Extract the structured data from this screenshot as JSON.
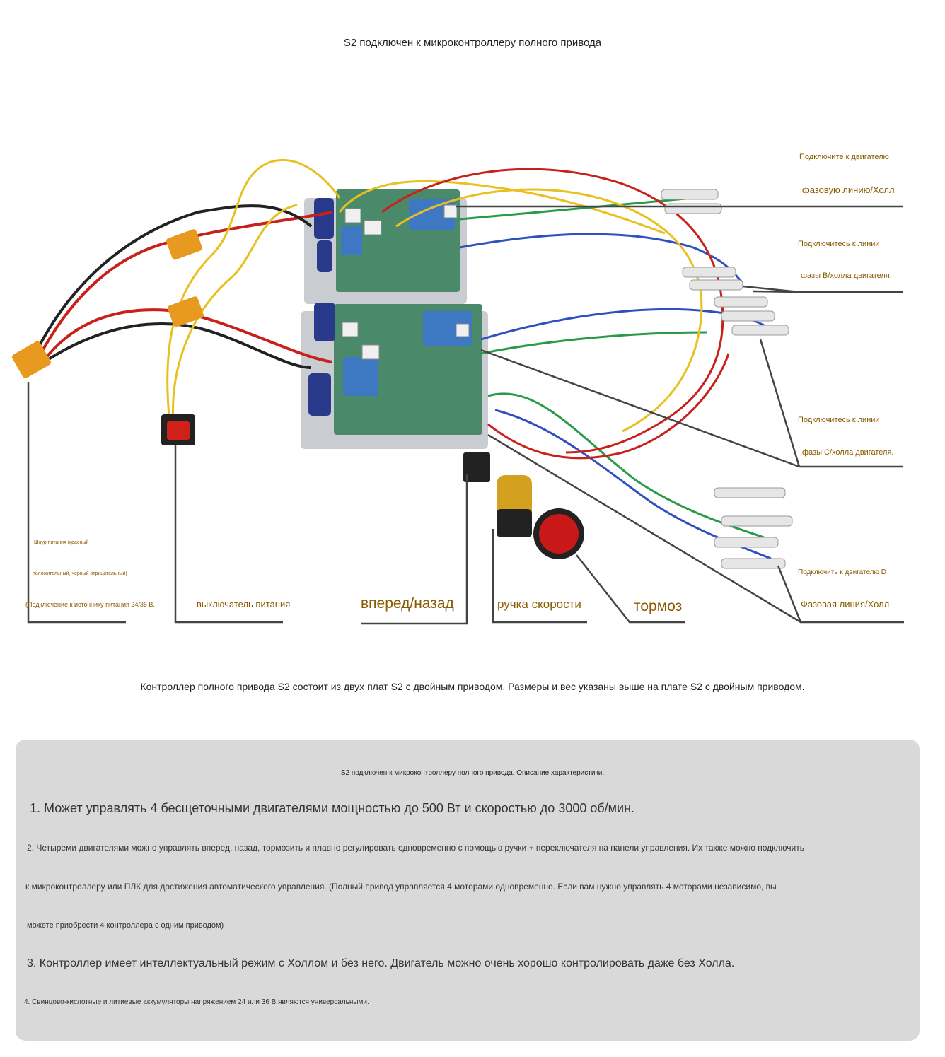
{
  "header": {
    "title": "S2 подключен к микроконтроллеру полного привода"
  },
  "callouts": {
    "phase_a_1": "Подключите к двигателю",
    "phase_a_2": "фазовую линию/Холл",
    "phase_b_1": "Подключитесь к линии",
    "phase_b_2": "фазы B/холла двигателя.",
    "phase_c_1": "Подключитесь к линии",
    "phase_c_2": "фазы C/холла двигателя.",
    "phase_d_1": "Подключить к двигателю D",
    "phase_d_2": "Фазовая линия/Холл",
    "power_1": "Шнур питания (красный",
    "power_2": "положительный, черный отрицательный)",
    "power_3": "(Подключение к источнику питания 24/36 В.",
    "switch": "выключатель питания",
    "direction": "вперед/назад",
    "throttle": "ручка скорости",
    "brake": "тормоз"
  },
  "caption": "Контроллер полного привода S2 состоит из двух плат S2 с двойным приводом. Размеры и вес указаны выше на плате S2 с двойным приводом.",
  "features": {
    "title": "S2 подключен к микроконтроллеру полного привода. Описание характеристики.",
    "item1": "1. Может управлять 4 бесщеточными двигателями мощностью до 500 Вт и скоростью до 3000 об/мин.",
    "item2_a": "2. Четыреми двигателями можно управлять вперед, назад, тормозить и плавно регулировать одновременно с помощью ручки + переключателя на панели управления. Их также можно подключить",
    "item2_b": "к микроконтроллеру или ПЛК для достижения автоматического управления. (Полный привод управляется 4 моторами одновременно. Если вам нужно управлять 4 моторами независимо, вы",
    "item2_c": "можете приобрести 4 контроллера с одним приводом)",
    "item3": "3. Контроллер имеет интеллектуальный режим с Холлом и без него. Двигатель можно очень хорошо контролировать даже без Холла.",
    "item4": "4. Свинцово-кислотные и литиевые аккумуляторы напряжением 24 или 36 В являются универсальными."
  },
  "colors": {
    "label": "#8a5a00",
    "board": "#4a8a6a",
    "wire_red": "#c8201a",
    "wire_yellow": "#e8c020",
    "wire_blue": "#3050c0",
    "wire_green": "#2a9a4a",
    "connector": "#e89a20",
    "leader": "#444444"
  }
}
